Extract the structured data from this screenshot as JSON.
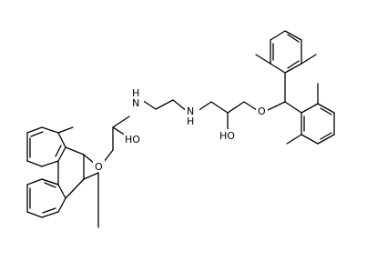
{
  "diagram": {
    "type": "chemical-structure",
    "line_color": "#000000",
    "background": "#ffffff",
    "atom_labels": {
      "nh_left": "N",
      "nh_left_h": "H",
      "nh_right": "N",
      "nh_right_h": "H",
      "o_left": "O",
      "oh_left": "HO",
      "oh_right": "HO",
      "o_right": "O"
    }
  }
}
